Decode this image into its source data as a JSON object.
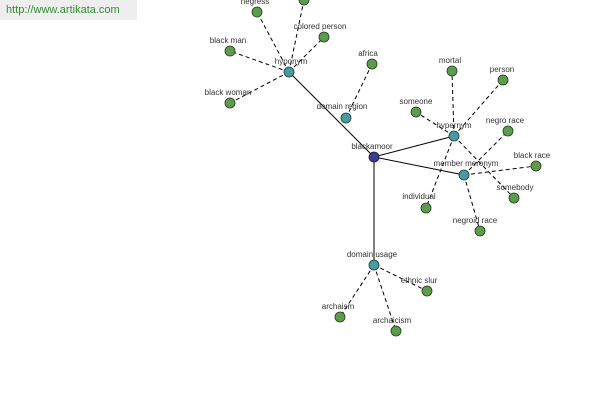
{
  "watermark": "http://www.artikata.com",
  "graph": {
    "center": "blackamoor",
    "hubs": [
      "hyponym",
      "domain region",
      "hypernym",
      "member meronym",
      "domain usage"
    ],
    "leaves": {
      "hyponym": [
        "negress",
        "colored person",
        "black man",
        "black woman"
      ],
      "domain region": [
        "africa"
      ],
      "hypernym": [
        "mortal",
        "person",
        "someone",
        "individual",
        "somebody"
      ],
      "member meronym": [
        "negro race",
        "black race",
        "negroid race"
      ],
      "domain usage": [
        "ethnic slur",
        "archaism",
        "archaicism"
      ]
    }
  }
}
